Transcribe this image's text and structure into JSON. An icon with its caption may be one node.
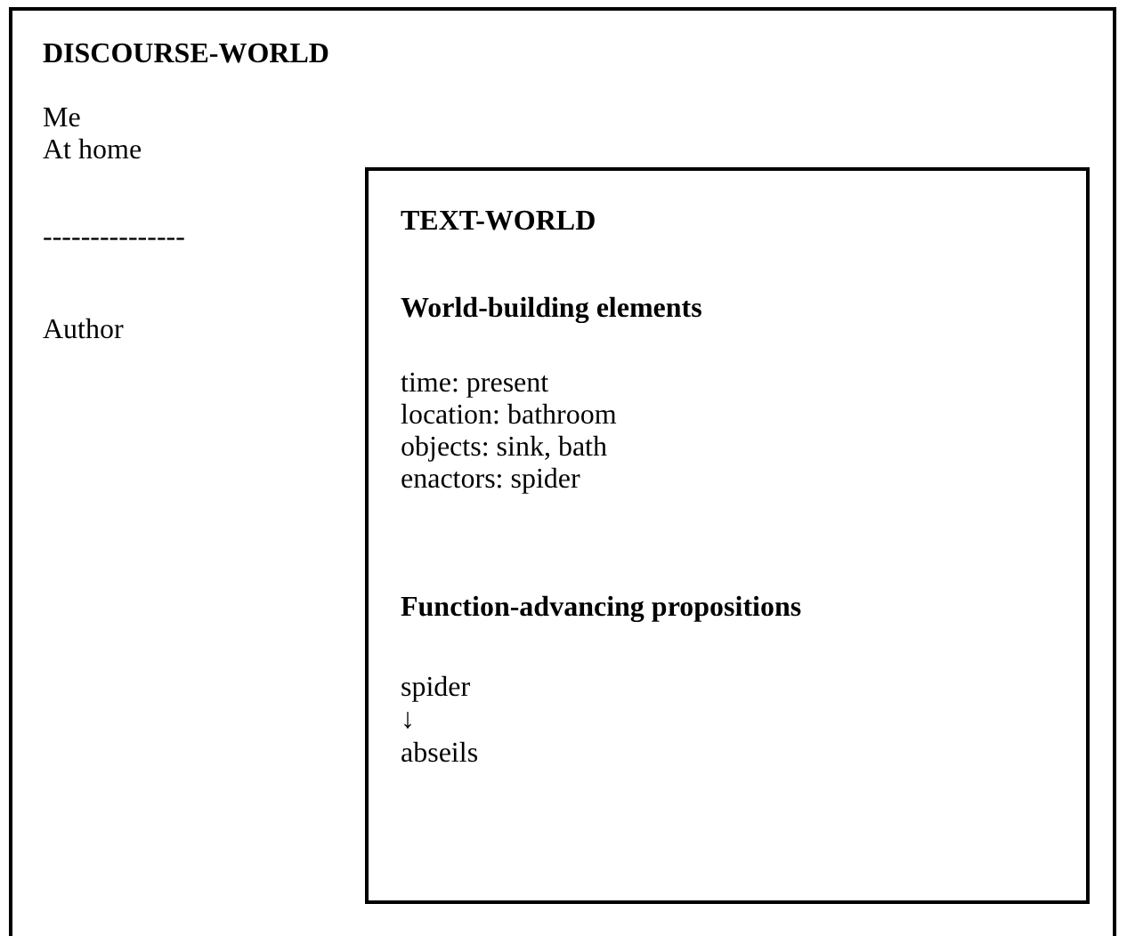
{
  "diagram": {
    "nodes": [
      {
        "text": [
          "DISCOURSE-WORLD",
          "Me",
          "At home",
          "---------------",
          "Author"
        ]
      },
      {
        "text": [
          "TEXT-WORLD",
          "World-building elements",
          "time: present",
          "location: bathroom",
          "objects: sink, bath",
          "enactors: spider",
          "Function-advancing propositions",
          "spider",
          "↓",
          "abseils"
        ],
        "in": 0
      }
    ]
  }
}
